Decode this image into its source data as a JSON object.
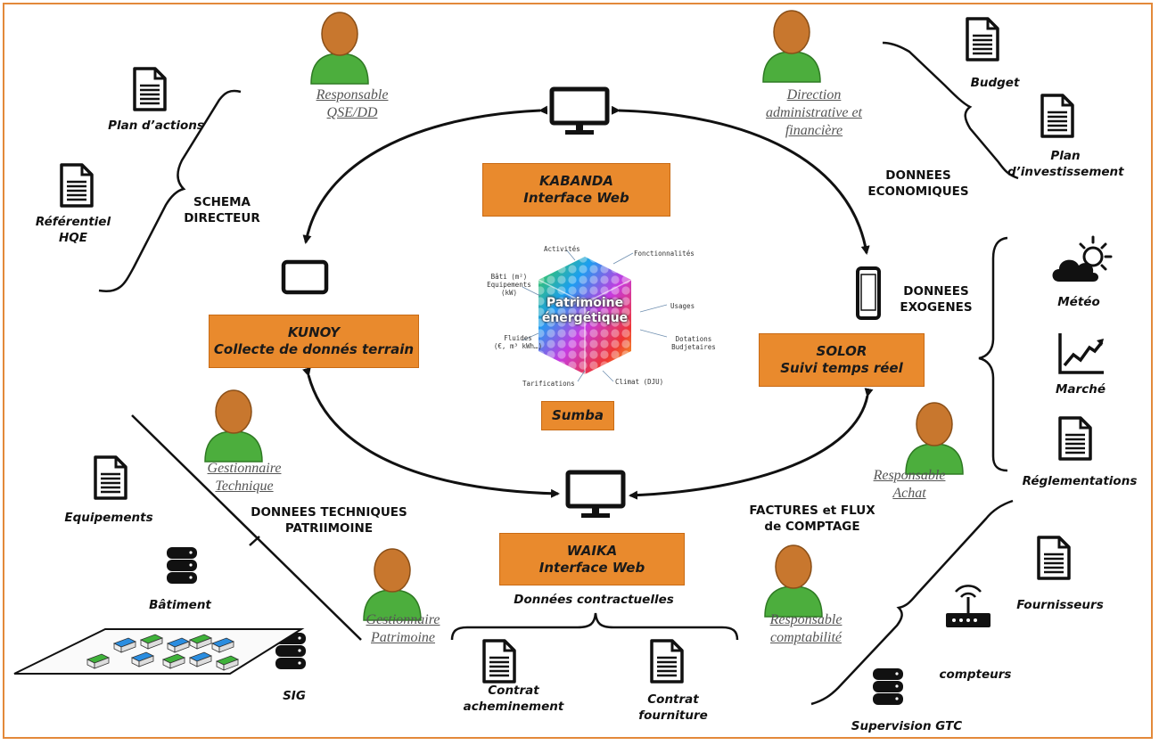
{
  "systems": {
    "kabanda": {
      "name": "KABANDA",
      "sub": "Interface Web"
    },
    "kunoy": {
      "name": "KUNOY",
      "sub": "Collecte de donnés terrain"
    },
    "solor": {
      "name": "SOLOR",
      "sub": "Suivi temps réel"
    },
    "waika": {
      "name": "WAIKA",
      "sub": "Interface Web",
      "caption": "Données contractuelles"
    },
    "sumba": {
      "name": "Sumba"
    }
  },
  "roles": {
    "qse": [
      "Responsable",
      "QSE/DD"
    ],
    "daf": [
      "Direction",
      "administrative et",
      "financière"
    ],
    "tech": [
      "Gestionnaire",
      "Technique"
    ],
    "achat": [
      "Responsable",
      "Achat"
    ],
    "patrimoine": [
      "Gestionnaire",
      "Patrimoine"
    ],
    "compta": [
      "Responsable",
      "comptabilité"
    ]
  },
  "flows": {
    "schema": [
      "SCHEMA",
      "DIRECTEUR"
    ],
    "eco": [
      "DONNEES",
      "ECONOMIQUES"
    ],
    "exo": [
      "DONNEES",
      "EXOGENES"
    ],
    "tech": [
      "DONNEES TECHNIQUES",
      "PATRIIMOINE"
    ],
    "factures": [
      "FACTURES et FLUX",
      "de COMPTAGE"
    ]
  },
  "sources": {
    "plan_actions": "Plan d’actions",
    "referentiel": [
      "Référentiel",
      "HQE"
    ],
    "budget": "Budget",
    "plan_invest": [
      "Plan",
      "d’investissement"
    ],
    "meteo": "Météo",
    "marche": "Marché",
    "reglementations": "Réglementations",
    "equipements": "Equipements",
    "batiment": "Bâtiment",
    "sig": "SIG",
    "contrat_ach": [
      "Contrat",
      "acheminement"
    ],
    "contrat_four": [
      "Contrat",
      "fourniture"
    ],
    "fournisseurs": "Fournisseurs",
    "compteurs": "compteurs",
    "supervision": "Supervision GTC"
  },
  "cube": {
    "title": [
      "Patrimoine",
      "énergétique"
    ],
    "activites": "Activités",
    "fonctionnalites": "Fonctionnalités",
    "bati": [
      "Bâti (m²)",
      "Equipements",
      "(kW)"
    ],
    "usages": "Usages",
    "fluides": [
      "Fluides",
      "(€, m³ kWh…)"
    ],
    "dotations": [
      "Dotations",
      "Budjetaires"
    ],
    "tarifications": "Tarifications",
    "climat": "Climat (DJU)"
  },
  "colors": {
    "box": "#e98a2d",
    "frame": "#e3893a",
    "person_head": "#c8772e",
    "person_body": "#4cae3d"
  }
}
